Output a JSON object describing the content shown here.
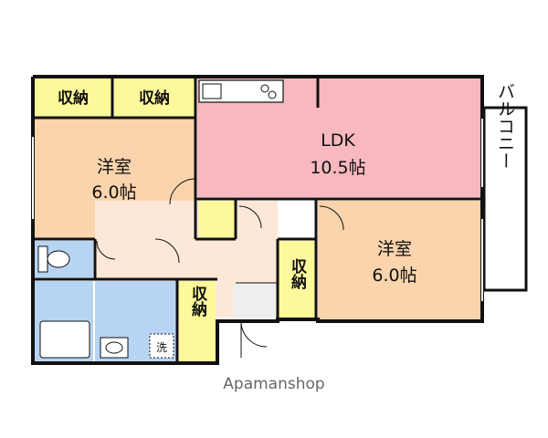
{
  "floor_plan": {
    "rooms": {
      "western_room_left": {
        "name": "洋室",
        "size": "6.0帖"
      },
      "ldk": {
        "name": "LDK",
        "size": "10.5帖"
      },
      "western_room_right": {
        "name": "洋室",
        "size": "6.0帖"
      },
      "balcony": {
        "name": "バルコニー"
      },
      "storage_top_left": {
        "name": "収納"
      },
      "storage_top_mid": {
        "name": "収納"
      },
      "storage_right": {
        "name": "収納"
      },
      "storage_bottom": {
        "name": "収納"
      },
      "washer": {
        "name": "洗"
      }
    },
    "watermark": "Apamanshop"
  },
  "colors": {
    "wall": "#111111",
    "ldk": "#f7b9bf",
    "western_room": "#f9d4ac",
    "storage": "#fdf89a",
    "wet_area": "#b8d4f4",
    "hallway": "#fde8d8"
  }
}
